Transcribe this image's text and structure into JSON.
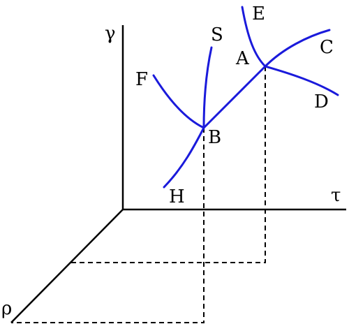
{
  "axes": {
    "vertical": "γ",
    "horizontal": "τ",
    "depth": "ρ"
  },
  "points": {
    "A": "A",
    "B": "B"
  },
  "curve_labels": {
    "C": "C",
    "D": "D",
    "E": "E",
    "F": "F",
    "H": "H",
    "S": "S"
  },
  "colors": {
    "curve": "#1a1adb",
    "axis": "#000000",
    "background": "#ffffff"
  }
}
